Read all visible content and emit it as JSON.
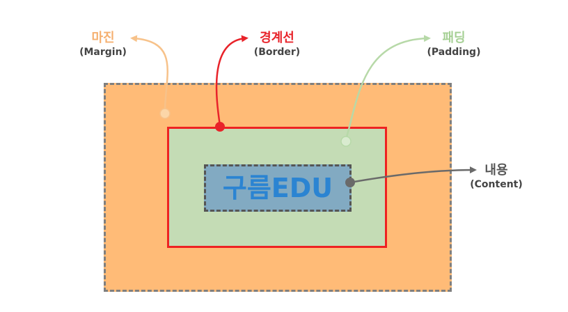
{
  "content_text": "구름EDU",
  "labels": {
    "margin": {
      "ko": "마진",
      "en": "(Margin)"
    },
    "border": {
      "ko": "경계선",
      "en": "(Border)"
    },
    "padding": {
      "ko": "패딩",
      "en": "(Padding)"
    },
    "content": {
      "ko": "내용",
      "en": "(Content)"
    }
  },
  "colors": {
    "margin_fill": "#ffbb77",
    "margin_label": "#f5b070",
    "margin_arrow": "#f7c28a",
    "border_line": "#ee2222",
    "border_label": "#e8232a",
    "padding_fill": "#c4dcb5",
    "padding_label": "#a6d095",
    "padding_arrow": "#b7d9a8",
    "content_fill": "#82aac2",
    "content_text": "#2b84d2",
    "content_label": "#555555",
    "content_arrow": "#6a6a6a",
    "dash_outline": "#7f7f7f"
  }
}
